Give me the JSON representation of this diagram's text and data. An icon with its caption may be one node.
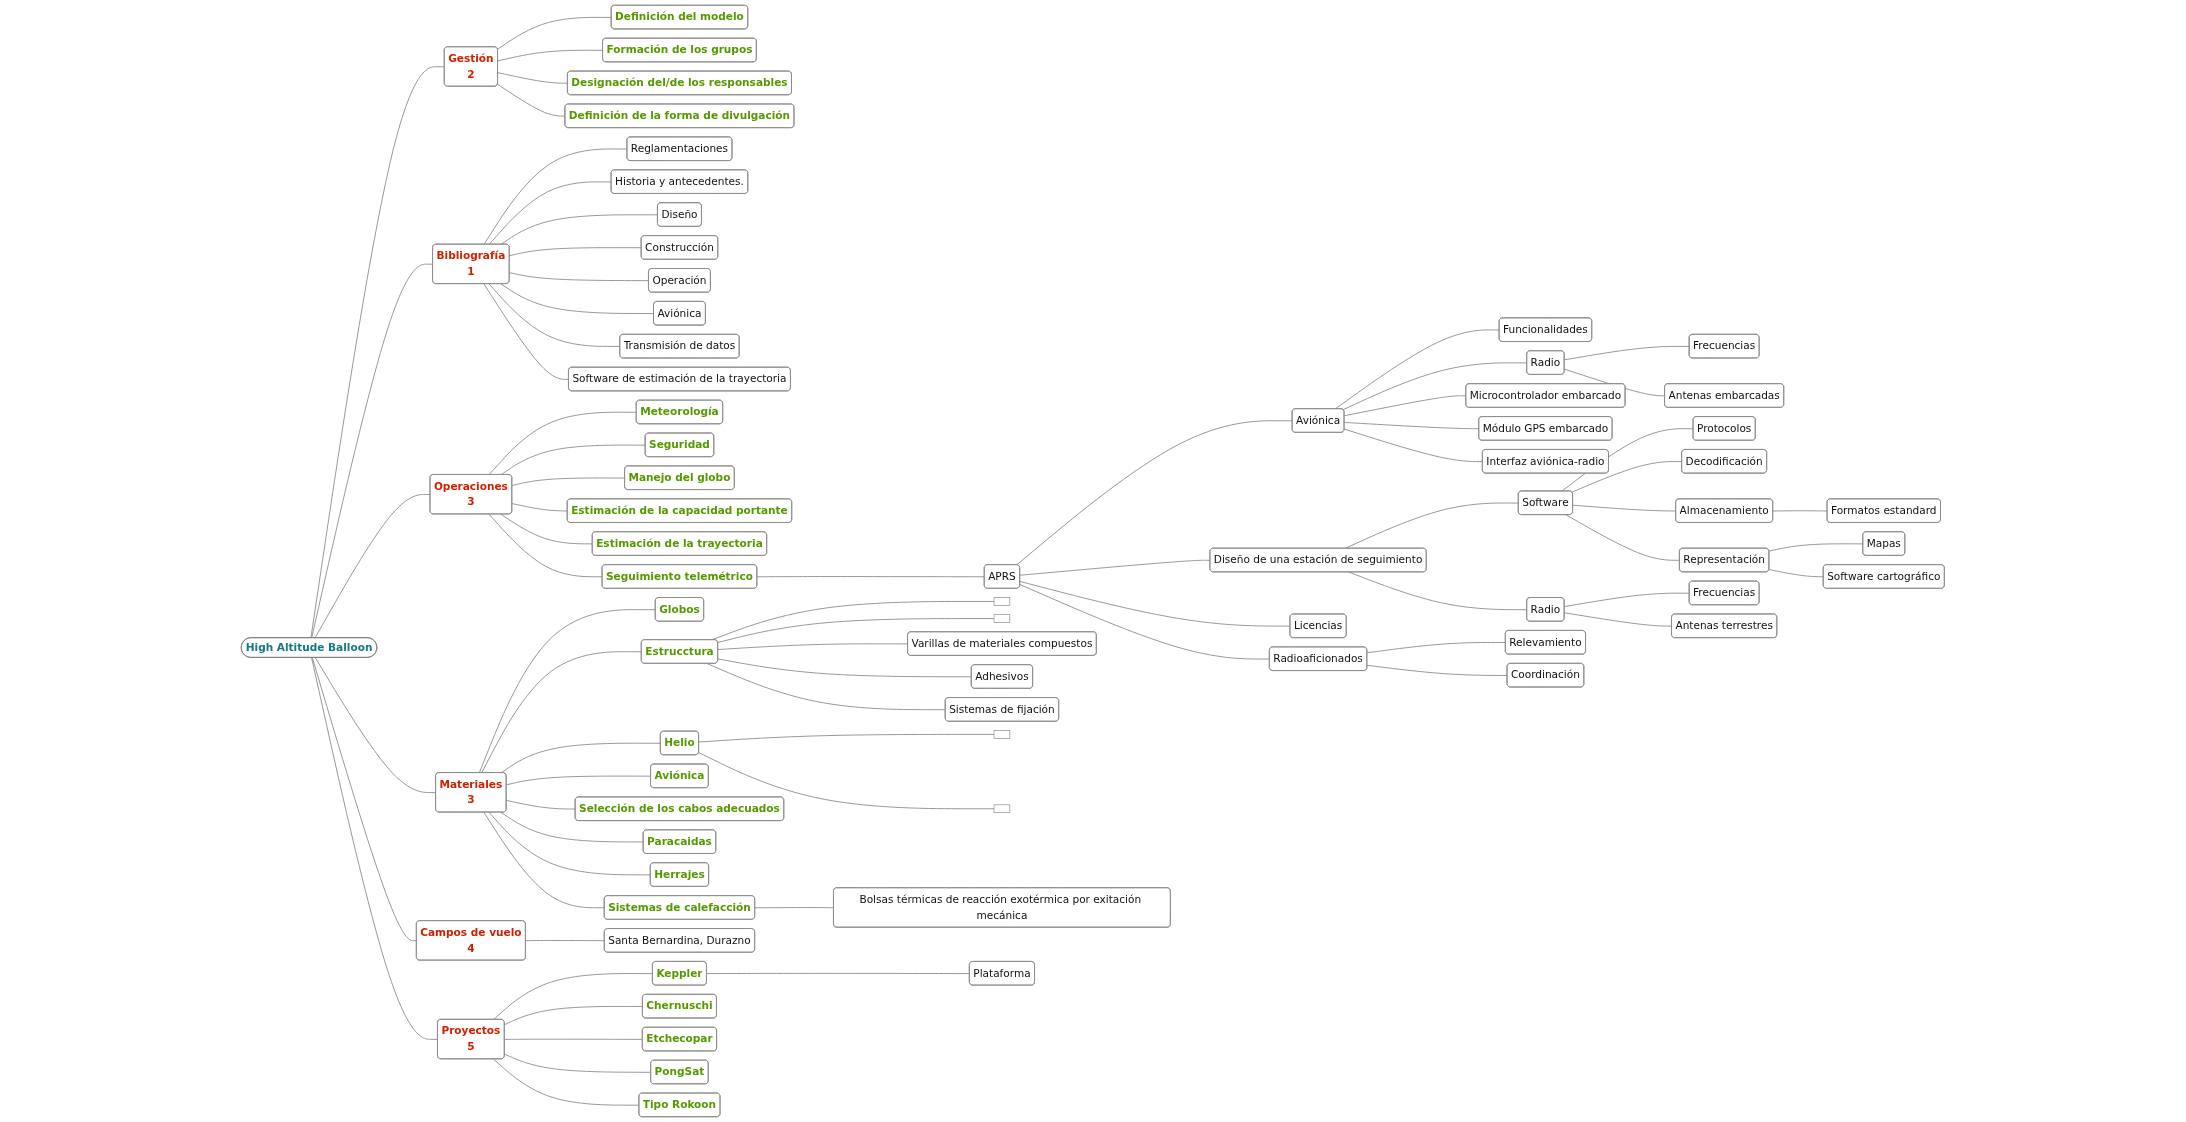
{
  "diagram": {
    "nodes": [
      {
        "text": [
          "High Altitude Balloon"
        ]
      },
      {
        "text": [
          "Gestión",
          "2"
        ]
      },
      {
        "text": [
          "Definición del modelo"
        ]
      },
      {
        "text": [
          "Formación de los grupos"
        ]
      },
      {
        "text": [
          "Designación del/de los responsables"
        ]
      },
      {
        "text": [
          "Definición de la forma de divulgación"
        ]
      },
      {
        "text": [
          "Bibliografía",
          "1"
        ]
      },
      {
        "text": [
          "Reglamentaciones"
        ]
      },
      {
        "text": [
          "Historia y antecedentes."
        ]
      },
      {
        "text": [
          "Diseño"
        ]
      },
      {
        "text": [
          "Construcción"
        ]
      },
      {
        "text": [
          "Operación"
        ]
      },
      {
        "text": [
          "Aviónica"
        ]
      },
      {
        "text": [
          "Transmisión de datos"
        ]
      },
      {
        "text": [
          "Software de estimación de la trayectoria"
        ]
      },
      {
        "text": [
          "Operaciones",
          "3"
        ]
      },
      {
        "text": [
          "Meteorología"
        ]
      },
      {
        "text": [
          "Seguridad"
        ]
      },
      {
        "text": [
          "Manejo del globo"
        ]
      },
      {
        "text": [
          "Estimación de la capacidad portante"
        ]
      },
      {
        "text": [
          "Estimación de la trayectoria"
        ]
      },
      {
        "text": [
          "Seguimiento telemétrico"
        ]
      },
      {
        "text": [
          "APRS"
        ]
      },
      {
        "text": [
          "Aviónica"
        ]
      },
      {
        "text": [
          "Funcionalidades"
        ]
      },
      {
        "text": [
          "Radio"
        ]
      },
      {
        "text": [
          "Frecuencias"
        ]
      },
      {
        "text": [
          "Antenas embarcadas"
        ]
      },
      {
        "text": [
          "Microcontrolador embarcado"
        ]
      },
      {
        "text": [
          "Módulo GPS embarcado"
        ]
      },
      {
        "text": [
          "Interfaz aviónica-radio"
        ]
      },
      {
        "text": [
          "Diseño de una estación de seguimiento"
        ]
      },
      {
        "text": [
          "Software"
        ]
      },
      {
        "text": [
          "Protocolos"
        ]
      },
      {
        "text": [
          "Decodificación"
        ]
      },
      {
        "text": [
          "Almacenamiento"
        ]
      },
      {
        "text": [
          "Formatos estandard"
        ]
      },
      {
        "text": [
          "Representación"
        ]
      },
      {
        "text": [
          "Mapas"
        ]
      },
      {
        "text": [
          "Software cartográfico"
        ]
      },
      {
        "text": [
          "Radio"
        ]
      },
      {
        "text": [
          "Frecuencias"
        ]
      },
      {
        "text": [
          "Antenas terrestres"
        ]
      },
      {
        "text": [
          "Licencias"
        ]
      },
      {
        "text": [
          "Radioaficionados"
        ]
      },
      {
        "text": [
          "Relevamiento"
        ]
      },
      {
        "text": [
          "Coordinación"
        ]
      },
      {
        "text": [
          "Materiales",
          "3"
        ]
      },
      {
        "text": [
          "Globos"
        ]
      },
      {
        "text": [
          "Estrucctura"
        ]
      },
      {
        "text": [],
        "shape": "box"
      },
      {
        "text": [],
        "shape": "box"
      },
      {
        "text": [
          "Varillas de materiales compuestos"
        ]
      },
      {
        "text": [
          "Adhesivos"
        ]
      },
      {
        "text": [
          "Sistemas de fijación"
        ]
      },
      {
        "text": [
          "Helio"
        ]
      },
      {
        "text": [],
        "shape": "box"
      },
      {
        "text": [],
        "shape": "box"
      },
      {
        "text": [
          "Aviónica"
        ]
      },
      {
        "text": [
          "Selección de los cabos adecuados"
        ]
      },
      {
        "text": [
          "Paracaidas"
        ]
      },
      {
        "text": [
          "Herrajes"
        ]
      },
      {
        "text": [
          "Sistemas de calefacción"
        ]
      },
      {
        "text": [
          "Bolsas térmicas de reacción exotérmica por exitación mecánica"
        ]
      },
      {
        "text": [
          "Campos de vuelo",
          "4"
        ]
      },
      {
        "text": [
          "Santa Bernardina, Durazno"
        ]
      },
      {
        "text": [
          "Proyectos",
          "5"
        ]
      },
      {
        "text": [
          "Keppler"
        ]
      },
      {
        "text": [
          "Plataforma"
        ]
      },
      {
        "text": [
          "Chernuschi"
        ]
      },
      {
        "text": [
          "Etchecopar"
        ]
      },
      {
        "text": [
          "PongSat"
        ]
      },
      {
        "text": [
          "Tipo Rokoon"
        ]
      }
    ],
    "edges": [
      {
        "from": 0,
        "to": 1,
        "arrow": "none"
      },
      {
        "from": 1,
        "to": 2,
        "arrow": "none"
      },
      {
        "from": 1,
        "to": 3,
        "arrow": "none"
      },
      {
        "from": 1,
        "to": 4,
        "arrow": "none"
      },
      {
        "from": 1,
        "to": 5,
        "arrow": "none"
      },
      {
        "from": 0,
        "to": 6,
        "arrow": "none"
      },
      {
        "from": 6,
        "to": 7,
        "arrow": "none"
      },
      {
        "from": 6,
        "to": 8,
        "arrow": "none"
      },
      {
        "from": 6,
        "to": 9,
        "arrow": "none"
      },
      {
        "from": 6,
        "to": 10,
        "arrow": "none"
      },
      {
        "from": 6,
        "to": 11,
        "arrow": "none"
      },
      {
        "from": 6,
        "to": 12,
        "arrow": "none"
      },
      {
        "from": 6,
        "to": 13,
        "arrow": "none"
      },
      {
        "from": 6,
        "to": 14,
        "arrow": "none"
      },
      {
        "from": 0,
        "to": 15,
        "arrow": "none"
      },
      {
        "from": 15,
        "to": 16,
        "arrow": "none"
      },
      {
        "from": 15,
        "to": 17,
        "arrow": "none"
      },
      {
        "from": 15,
        "to": 18,
        "arrow": "none"
      },
      {
        "from": 15,
        "to": 19,
        "arrow": "none"
      },
      {
        "from": 15,
        "to": 20,
        "arrow": "none"
      },
      {
        "from": 15,
        "to": 21,
        "arrow": "none"
      },
      {
        "from": 21,
        "to": 22,
        "arrow": "none"
      },
      {
        "from": 22,
        "to": 23,
        "arrow": "none"
      },
      {
        "from": 23,
        "to": 24,
        "arrow": "none"
      },
      {
        "from": 23,
        "to": 25,
        "arrow": "none"
      },
      {
        "from": 25,
        "to": 26,
        "arrow": "none"
      },
      {
        "from": 25,
        "to": 27,
        "arrow": "none"
      },
      {
        "from": 23,
        "to": 28,
        "arrow": "none"
      },
      {
        "from": 23,
        "to": 29,
        "arrow": "none"
      },
      {
        "from": 23,
        "to": 30,
        "arrow": "none"
      },
      {
        "from": 22,
        "to": 31,
        "arrow": "none"
      },
      {
        "from": 31,
        "to": 32,
        "arrow": "none"
      },
      {
        "from": 32,
        "to": 33,
        "arrow": "none"
      },
      {
        "from": 32,
        "to": 34,
        "arrow": "none"
      },
      {
        "from": 32,
        "to": 35,
        "arrow": "none"
      },
      {
        "from": 35,
        "to": 36,
        "arrow": "none"
      },
      {
        "from": 32,
        "to": 37,
        "arrow": "none"
      },
      {
        "from": 37,
        "to": 38,
        "arrow": "none"
      },
      {
        "from": 37,
        "to": 39,
        "arrow": "none"
      },
      {
        "from": 31,
        "to": 40,
        "arrow": "none"
      },
      {
        "from": 40,
        "to": 41,
        "arrow": "none"
      },
      {
        "from": 40,
        "to": 42,
        "arrow": "none"
      },
      {
        "from": 22,
        "to": 43,
        "arrow": "none"
      },
      {
        "from": 22,
        "to": 44,
        "arrow": "none"
      },
      {
        "from": 44,
        "to": 45,
        "arrow": "none"
      },
      {
        "from": 44,
        "to": 46,
        "arrow": "none"
      },
      {
        "from": 0,
        "to": 47,
        "arrow": "none"
      },
      {
        "from": 47,
        "to": 48,
        "arrow": "none"
      },
      {
        "from": 47,
        "to": 49,
        "arrow": "none"
      },
      {
        "from": 49,
        "to": 50,
        "arrow": "none"
      },
      {
        "from": 49,
        "to": 51,
        "arrow": "none"
      },
      {
        "from": 49,
        "to": 52,
        "arrow": "none"
      },
      {
        "from": 49,
        "to": 53,
        "arrow": "none"
      },
      {
        "from": 49,
        "to": 54,
        "arrow": "none"
      },
      {
        "from": 47,
        "to": 55,
        "arrow": "none"
      },
      {
        "from": 55,
        "to": 56,
        "arrow": "none"
      },
      {
        "from": 55,
        "to": 57,
        "arrow": "none"
      },
      {
        "from": 47,
        "to": 58,
        "arrow": "none"
      },
      {
        "from": 47,
        "to": 59,
        "arrow": "none"
      },
      {
        "from": 47,
        "to": 60,
        "arrow": "none"
      },
      {
        "from": 47,
        "to": 61,
        "arrow": "none"
      },
      {
        "from": 47,
        "to": 62,
        "arrow": "none"
      },
      {
        "from": 62,
        "to": 63,
        "arrow": "none"
      },
      {
        "from": 0,
        "to": 64,
        "arrow": "none"
      },
      {
        "from": 64,
        "to": 65,
        "arrow": "none"
      },
      {
        "from": 0,
        "to": 66,
        "arrow": "none"
      },
      {
        "from": 66,
        "to": 67,
        "arrow": "none"
      },
      {
        "from": 67,
        "to": 68,
        "arrow": "none"
      },
      {
        "from": 66,
        "to": 69,
        "arrow": "none"
      },
      {
        "from": 66,
        "to": 70,
        "arrow": "none"
      },
      {
        "from": 66,
        "to": 71,
        "arrow": "none"
      },
      {
        "from": 66,
        "to": 72,
        "arrow": "none"
      }
    ]
  }
}
